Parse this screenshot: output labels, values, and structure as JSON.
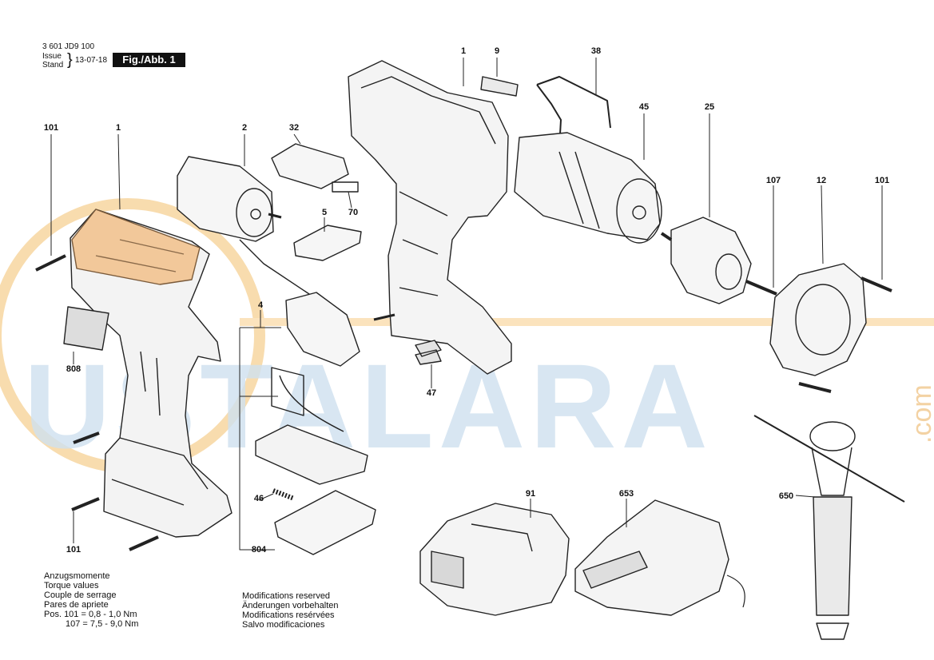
{
  "header": {
    "part_number": "3 601 JD9 100",
    "issue_label": "Issue",
    "stand_label": "Stand",
    "date": "13-07-18",
    "figure": "Fig./Abb. 1"
  },
  "watermark": {
    "text": "USTALARA",
    "suffix": ".com",
    "colors": {
      "orange": "#f5c27a",
      "blue": "#8fb8dc"
    }
  },
  "labels": [
    {
      "id": "1a",
      "text": "101"
    },
    {
      "id": "1b",
      "text": "1"
    },
    {
      "id": "2",
      "text": "2"
    },
    {
      "id": "32",
      "text": "32"
    },
    {
      "id": "5",
      "text": "5"
    },
    {
      "id": "70",
      "text": "70"
    },
    {
      "id": "4",
      "text": "4"
    },
    {
      "id": "808",
      "text": "808"
    },
    {
      "id": "46",
      "text": "46"
    },
    {
      "id": "804",
      "text": "804"
    },
    {
      "id": "101b",
      "text": "101"
    },
    {
      "id": "1c",
      "text": "1"
    },
    {
      "id": "9",
      "text": "9"
    },
    {
      "id": "38",
      "text": "38"
    },
    {
      "id": "45",
      "text": "45"
    },
    {
      "id": "25",
      "text": "25"
    },
    {
      "id": "107",
      "text": "107"
    },
    {
      "id": "12",
      "text": "12"
    },
    {
      "id": "101c",
      "text": "101"
    },
    {
      "id": "47",
      "text": "47"
    },
    {
      "id": "91",
      "text": "91"
    },
    {
      "id": "653",
      "text": "653"
    },
    {
      "id": "650",
      "text": "650"
    }
  ],
  "torque_notes": {
    "lines": [
      "Anzugsmomente",
      "Torque values",
      "Couple de serrage",
      "Pares de apriete"
    ],
    "pos_line": "Pos.  101 = 0,8 - 1,0 Nm",
    "pos_line2": "107 = 7,5 - 9,0 Nm"
  },
  "modifications": {
    "lines": [
      "Modifications reserved",
      "Änderungen vorbehalten",
      "Modifications resérvées",
      "Salvo modificaciones"
    ]
  }
}
